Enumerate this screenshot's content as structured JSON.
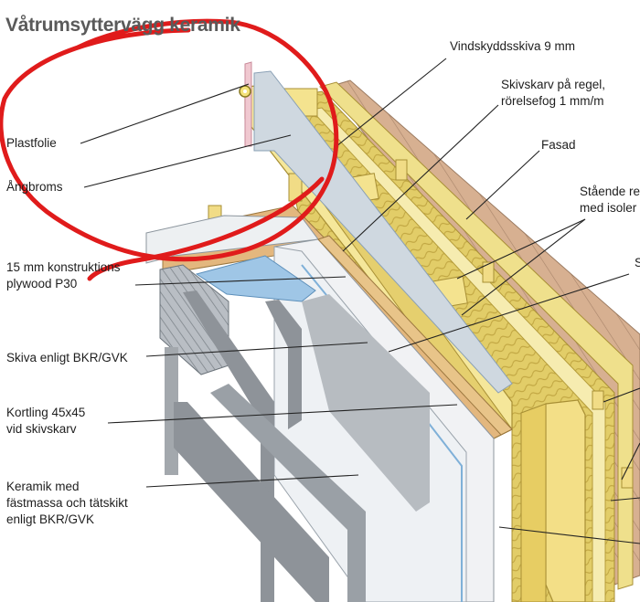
{
  "diagram": {
    "title": "Våtrumsyttervägg keramik",
    "labels": {
      "vindskydd": "Vindskyddsskiva 9 mm",
      "skivskarv": "Skivskarv på regel,\nrörelsefog 1 mm/m",
      "fasad": "Fasad",
      "staende": "Stående re\nmed isoler",
      "s_cut": "S",
      "plastfolie": "Plastfolie",
      "angbroms": "Ångbroms",
      "plywood": "15 mm konstruktions\nplywood P30",
      "skiva": "Skiva enligt BKR/GVK",
      "kortling": "Kortling 45x45\nvid skivskarv",
      "keramik": "Keramik med\nfästmassa och tätskikt\nenligt BKR/GVK"
    },
    "colors": {
      "annotation_red": "#e01b1b",
      "timber": "#f2e08a",
      "insulation": "#e3cf6a",
      "cladding": "#d9b394",
      "plywood": "#e4b67c",
      "board": "#e9ecef",
      "wetroom_blue": "#9fc6e6"
    }
  }
}
